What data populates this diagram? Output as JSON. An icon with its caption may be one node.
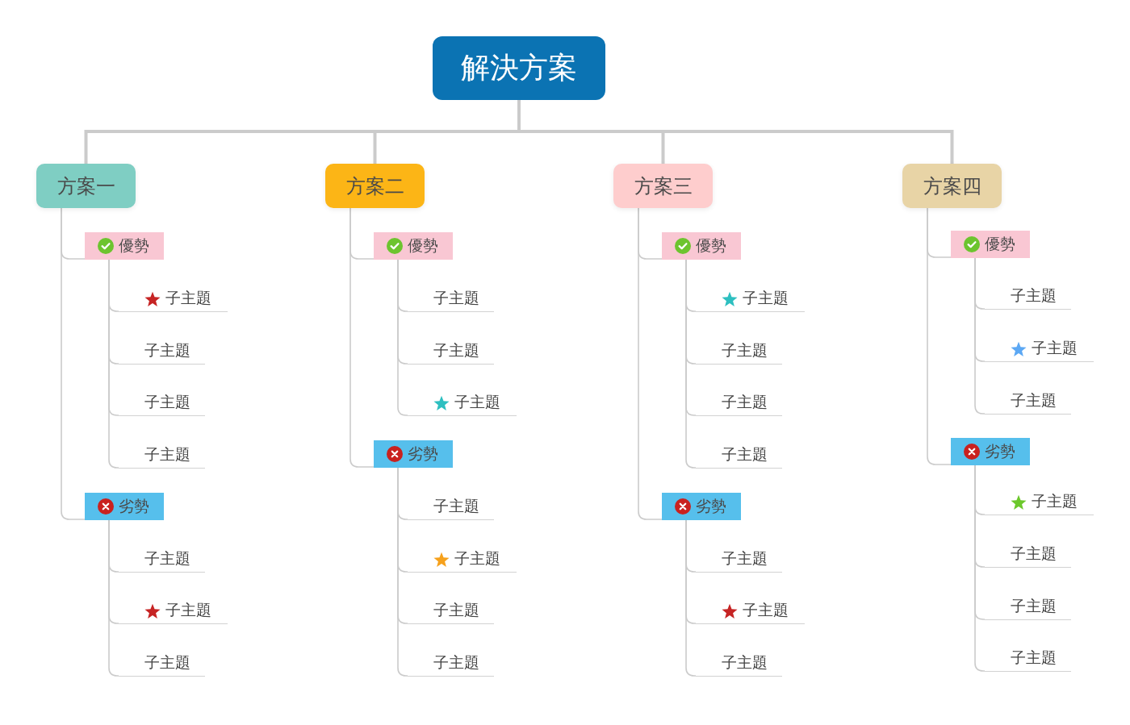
{
  "diagram": {
    "nodes": [
      {
        "text": [
          "解決方案"
        ]
      },
      {
        "text": [
          "方案一"
        ]
      },
      {
        "text": [
          "優勢"
        ]
      },
      {
        "text": [
          "子主題"
        ]
      },
      {
        "text": [
          "子主題"
        ]
      },
      {
        "text": [
          "子主題"
        ]
      },
      {
        "text": [
          "子主題"
        ]
      },
      {
        "text": [
          "劣勢"
        ]
      },
      {
        "text": [
          "子主題"
        ]
      },
      {
        "text": [
          "子主題"
        ]
      },
      {
        "text": [
          "子主題"
        ]
      },
      {
        "text": [
          "方案二"
        ]
      },
      {
        "text": [
          "優勢"
        ]
      },
      {
        "text": [
          "子主題"
        ]
      },
      {
        "text": [
          "子主題"
        ]
      },
      {
        "text": [
          "子主題"
        ]
      },
      {
        "text": [
          "劣勢"
        ]
      },
      {
        "text": [
          "子主題"
        ]
      },
      {
        "text": [
          "子主題"
        ]
      },
      {
        "text": [
          "子主題"
        ]
      },
      {
        "text": [
          "子主題"
        ]
      },
      {
        "text": [
          "方案三"
        ]
      },
      {
        "text": [
          "優勢"
        ]
      },
      {
        "text": [
          "子主題"
        ]
      },
      {
        "text": [
          "子主題"
        ]
      },
      {
        "text": [
          "子主題"
        ]
      },
      {
        "text": [
          "子主題"
        ]
      },
      {
        "text": [
          "劣勢"
        ]
      },
      {
        "text": [
          "子主題"
        ]
      },
      {
        "text": [
          "子主題"
        ]
      },
      {
        "text": [
          "子主題"
        ]
      },
      {
        "text": [
          "方案四"
        ]
      },
      {
        "text": [
          "優勢"
        ]
      },
      {
        "text": [
          "子主題"
        ]
      },
      {
        "text": [
          "子主題"
        ]
      },
      {
        "text": [
          "子主題"
        ]
      },
      {
        "text": [
          "劣勢"
        ]
      },
      {
        "text": [
          "子主題"
        ]
      },
      {
        "text": [
          "子主題"
        ]
      },
      {
        "text": [
          "子主題"
        ]
      },
      {
        "text": [
          "子主題"
        ]
      }
    ],
    "edges": [
      {
        "from": 0,
        "to": 1,
        "arrow": "none",
        "style": "thick"
      },
      {
        "from": 0,
        "to": 11,
        "arrow": "none",
        "style": "thick"
      },
      {
        "from": 0,
        "to": 21,
        "arrow": "none",
        "style": "thick"
      },
      {
        "from": 0,
        "to": 31,
        "arrow": "none",
        "style": "thick"
      },
      {
        "from": 1,
        "to": 2,
        "arrow": "none"
      },
      {
        "from": 2,
        "to": 3,
        "arrow": "none"
      },
      {
        "from": 2,
        "to": 4,
        "arrow": "none"
      },
      {
        "from": 2,
        "to": 5,
        "arrow": "none"
      },
      {
        "from": 2,
        "to": 6,
        "arrow": "none"
      },
      {
        "from": 1,
        "to": 7,
        "arrow": "none"
      },
      {
        "from": 7,
        "to": 8,
        "arrow": "none"
      },
      {
        "from": 7,
        "to": 9,
        "arrow": "none"
      },
      {
        "from": 7,
        "to": 10,
        "arrow": "none"
      },
      {
        "from": 11,
        "to": 12,
        "arrow": "none"
      },
      {
        "from": 12,
        "to": 13,
        "arrow": "none"
      },
      {
        "from": 12,
        "to": 14,
        "arrow": "none"
      },
      {
        "from": 12,
        "to": 15,
        "arrow": "none"
      },
      {
        "from": 11,
        "to": 16,
        "arrow": "none"
      },
      {
        "from": 16,
        "to": 17,
        "arrow": "none"
      },
      {
        "from": 16,
        "to": 18,
        "arrow": "none"
      },
      {
        "from": 16,
        "to": 19,
        "arrow": "none"
      },
      {
        "from": 16,
        "to": 20,
        "arrow": "none"
      },
      {
        "from": 21,
        "to": 22,
        "arrow": "none"
      },
      {
        "from": 22,
        "to": 23,
        "arrow": "none"
      },
      {
        "from": 22,
        "to": 24,
        "arrow": "none"
      },
      {
        "from": 22,
        "to": 25,
        "arrow": "none"
      },
      {
        "from": 22,
        "to": 26,
        "arrow": "none"
      },
      {
        "from": 21,
        "to": 27,
        "arrow": "none"
      },
      {
        "from": 27,
        "to": 28,
        "arrow": "none"
      },
      {
        "from": 27,
        "to": 29,
        "arrow": "none"
      },
      {
        "from": 27,
        "to": 30,
        "arrow": "none"
      },
      {
        "from": 31,
        "to": 32,
        "arrow": "none"
      },
      {
        "from": 32,
        "to": 33,
        "arrow": "none"
      },
      {
        "from": 32,
        "to": 34,
        "arrow": "none"
      },
      {
        "from": 32,
        "to": 35,
        "arrow": "none"
      },
      {
        "from": 31,
        "to": 36,
        "arrow": "none"
      },
      {
        "from": 36,
        "to": 37,
        "arrow": "none"
      },
      {
        "from": 36,
        "to": 38,
        "arrow": "none"
      },
      {
        "from": 36,
        "to": 39,
        "arrow": "none"
      },
      {
        "from": 36,
        "to": 40,
        "arrow": "none"
      }
    ]
  }
}
